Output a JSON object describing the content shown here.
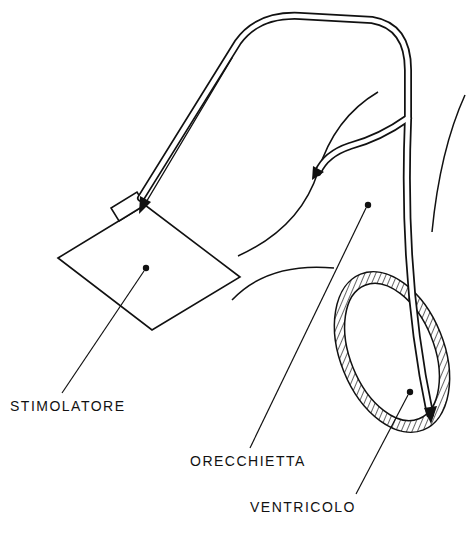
{
  "diagram": {
    "labels": [
      "STIMOLATORE",
      "ORECCHIETTA",
      "VENTRICOLO"
    ]
  }
}
